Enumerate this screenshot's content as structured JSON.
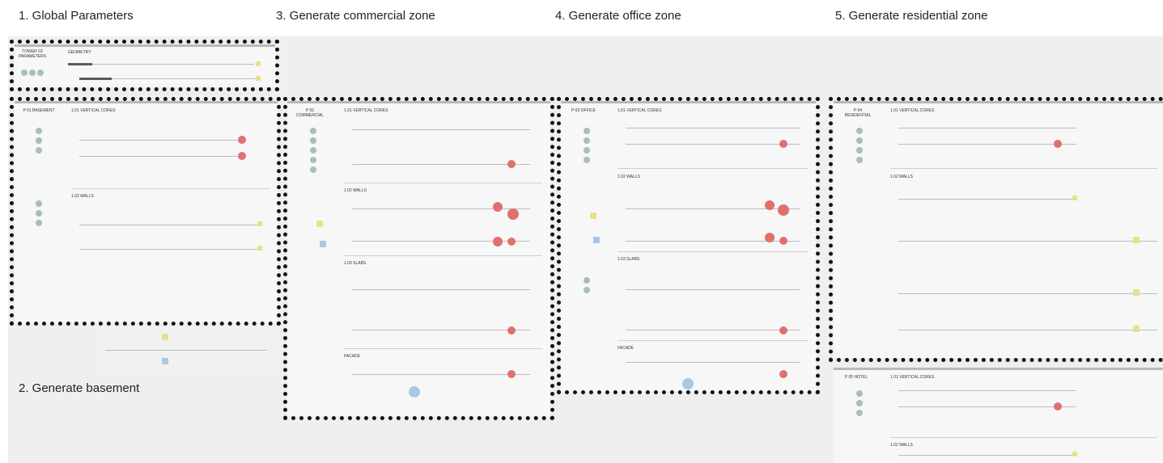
{
  "section_titles": {
    "global": "1. Global Parameters",
    "basement": "2. Generate basement",
    "commercial": "3. Generate commercial zone",
    "office": "4. Generate office zone",
    "residential": "5. Generate residential zone"
  },
  "panels": {
    "global": {
      "label": "TOWER 03 PARAMETERS",
      "sub": "GEOMETRY"
    },
    "basement": {
      "label": "P 01 BASEMENT",
      "groups": [
        "1.01 VERTICAL CORES",
        "1.02 WALLS"
      ]
    },
    "commercial": {
      "label": "P 02 COMMERCIAL",
      "groups": [
        "1.01 VERTICAL CORES",
        "1.02 WALLS",
        "1.03 SLABS",
        "FACADE"
      ]
    },
    "office": {
      "label": "P 03 OFFICE",
      "groups": [
        "1.01 VERTICAL CORES",
        "1.02 WALLS",
        "1.03 SLABS",
        "FACADE"
      ]
    },
    "residential": {
      "label": "P 04 RESIDENTIAL",
      "groups": [
        "1.01 VERTICAL CORES",
        "1.02 WALLS"
      ]
    },
    "hotel": {
      "label": "P 05 HOTEL",
      "groups": [
        "1.01 VERTICAL CORES",
        "1.02 WALLS"
      ]
    }
  },
  "colors": {
    "frame": "#111111",
    "output_node": "#e0706f",
    "param_node": "#a8c0b3",
    "highlight": "#e8e08a",
    "input_node": "#a9c8e8"
  }
}
